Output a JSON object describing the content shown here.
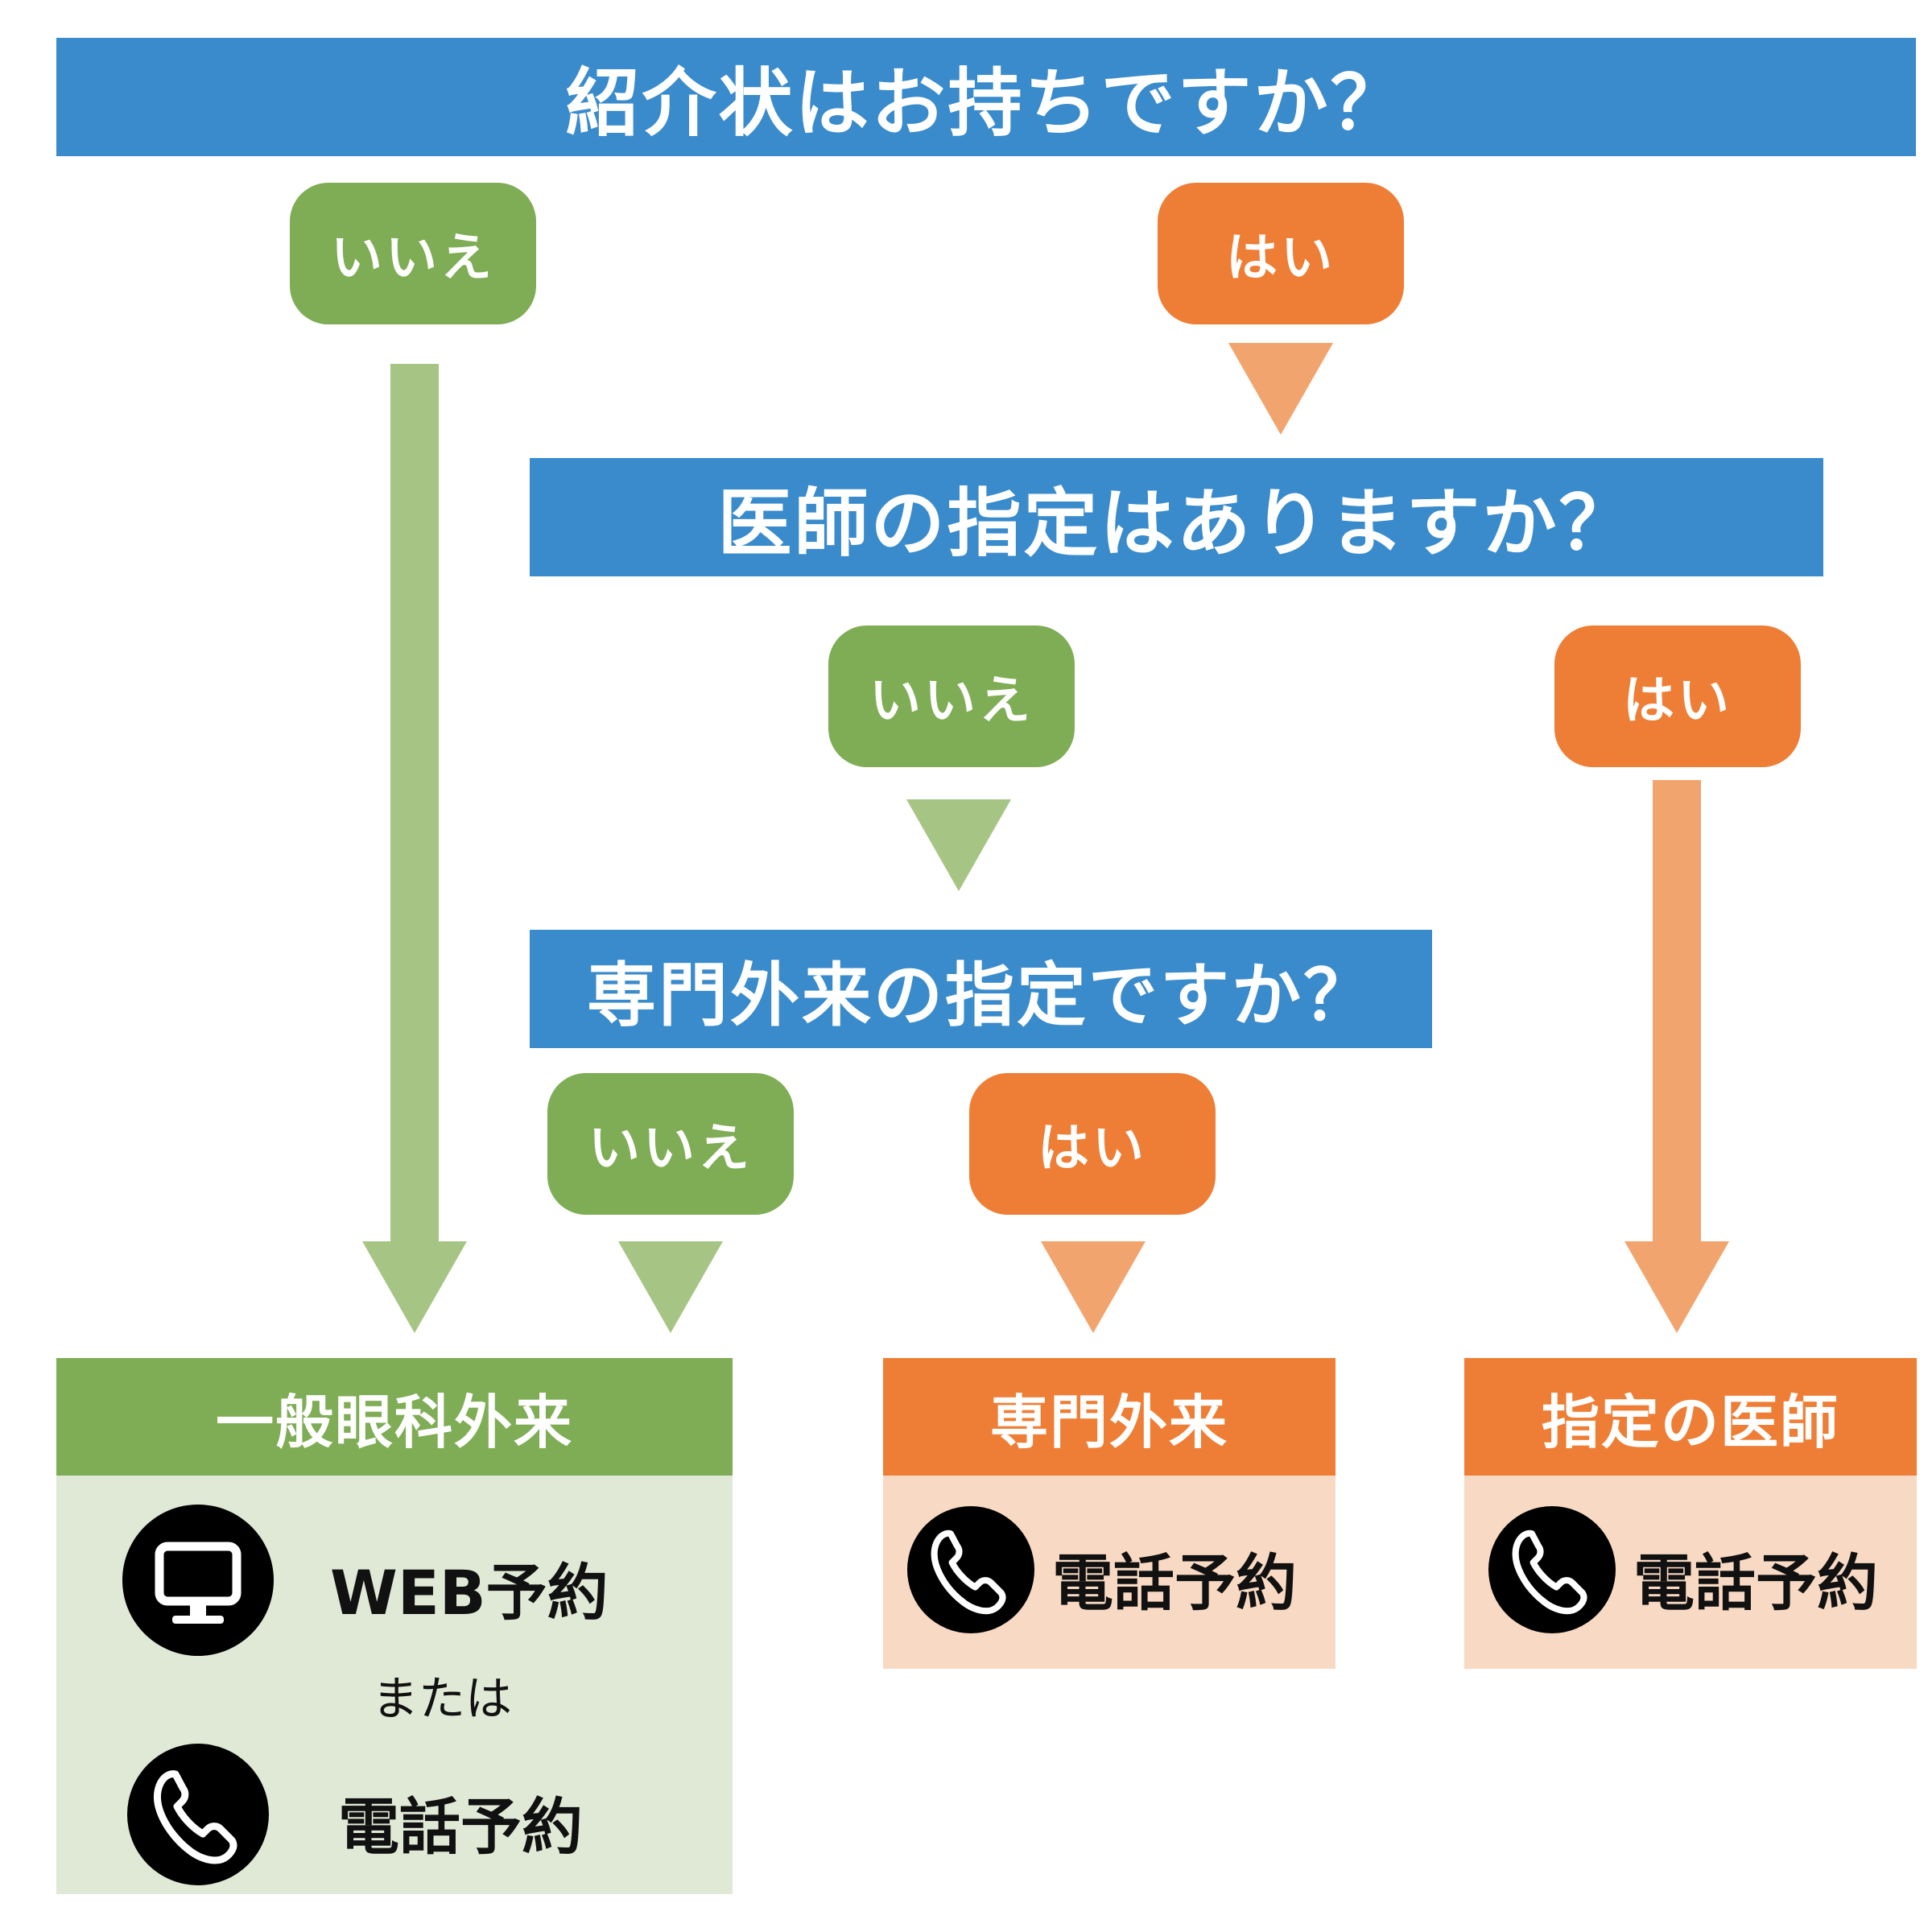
{
  "colors": {
    "question_bar": "#3a8bcc",
    "no_green": "#7fad55",
    "no_arrow_green": "#a6c585",
    "yes_orange": "#ee7e35",
    "yes_arrow_orange": "#f2a46f",
    "green_body": "#e0e9d6",
    "orange_body": "#f8d9c3"
  },
  "questions": {
    "q1": "紹介状はお持ちですか？",
    "q2": "医師の指定はありますか？",
    "q3": "専門外来の指定ですか？"
  },
  "answers": {
    "q1_no": "いいえ",
    "q1_yes": "はい",
    "q2_no": "いいえ",
    "q2_yes": "はい",
    "q3_no": "いいえ",
    "q3_yes": "はい"
  },
  "results": {
    "general": {
      "title": "一般眼科外来",
      "web": "WEB予約",
      "or": "または",
      "phone": "電話予約",
      "web_icon": "monitor-icon",
      "phone_icon": "phone-icon"
    },
    "specialty": {
      "title": "専門外来",
      "phone": "電話予約",
      "phone_icon": "phone-icon"
    },
    "doctor": {
      "title": "指定の医師",
      "phone": "電話予約",
      "phone_icon": "phone-icon"
    }
  }
}
